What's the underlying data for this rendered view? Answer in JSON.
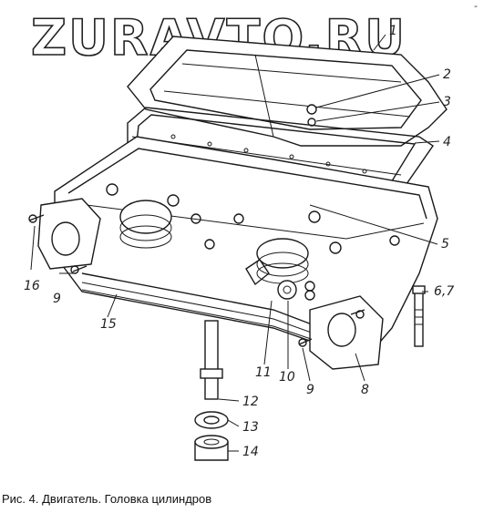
{
  "watermark": "ZURAVTO.RU",
  "corner_mark": "-",
  "caption": "Рис. 4. Двигатель. Головка цилиндров",
  "callouts": {
    "c1": "1",
    "c2": "2",
    "c3": "3",
    "c4": "4",
    "c5": "5",
    "c67": "6,7",
    "c8": "8",
    "c9a": "9",
    "c9b": "9",
    "c10": "10",
    "c11": "11",
    "c12": "12",
    "c13": "13",
    "c14": "14",
    "c15": "15",
    "c16": "16"
  }
}
